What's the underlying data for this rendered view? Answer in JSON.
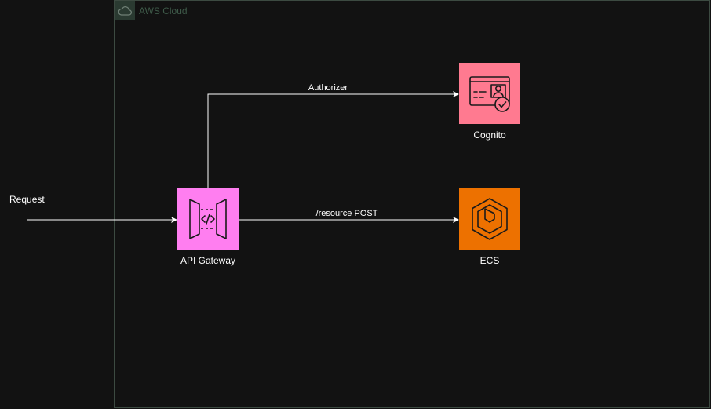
{
  "group": {
    "label": "AWS Cloud",
    "icon": "cloud-icon",
    "border_color": "#3c4a41"
  },
  "request": {
    "label": "Request"
  },
  "nodes": {
    "api_gateway": {
      "label": "API Gateway",
      "icon": "api-gateway-icon",
      "color": "#ff7ef0"
    },
    "cognito": {
      "label": "Cognito",
      "icon": "cognito-icon",
      "color": "#ff7a90"
    },
    "ecs": {
      "label": "ECS",
      "icon": "ecs-icon",
      "color": "#ed7100"
    }
  },
  "edges": {
    "authorizer": {
      "label": "Authorizer"
    },
    "resource_post": {
      "label": "/resource POST"
    }
  }
}
